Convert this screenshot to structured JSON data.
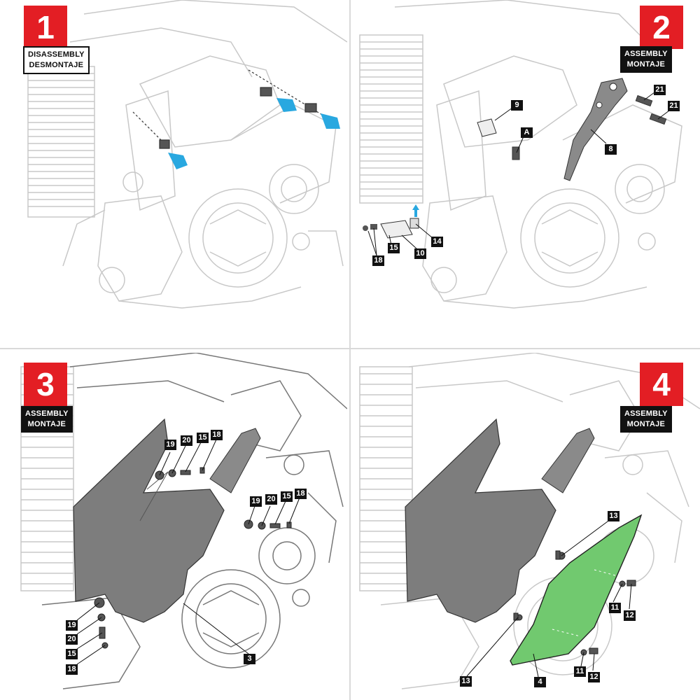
{
  "steps": [
    {
      "number": "1",
      "tag_line1": "DISASSEMBLY",
      "tag_line2": "DESMONTAJE"
    },
    {
      "number": "2",
      "tag_line1": "ASSEMBLY",
      "tag_line2": "MONTAJE"
    },
    {
      "number": "3",
      "tag_line1": "ASSEMBLY",
      "tag_line2": "MONTAJE"
    },
    {
      "number": "4",
      "tag_line1": "ASSEMBLY",
      "tag_line2": "MONTAJE"
    }
  ],
  "callouts": {
    "p2": [
      "9",
      "A",
      "8",
      "21",
      "21",
      "15",
      "10",
      "14",
      "18"
    ],
    "p3": [
      "19",
      "20",
      "15",
      "18",
      "19",
      "20",
      "15",
      "18",
      "19",
      "20",
      "15",
      "18",
      "3"
    ],
    "p4": [
      "13",
      "11",
      "12",
      "13",
      "11",
      "12",
      "4"
    ]
  },
  "colors": {
    "badge_red": "#e31e24",
    "label_black": "#111111",
    "arrow_blue": "#29a8e0",
    "cover_gray": "#7d7d7d",
    "bracket_gray": "#8a8a8a",
    "cover_green": "#71c96f"
  }
}
